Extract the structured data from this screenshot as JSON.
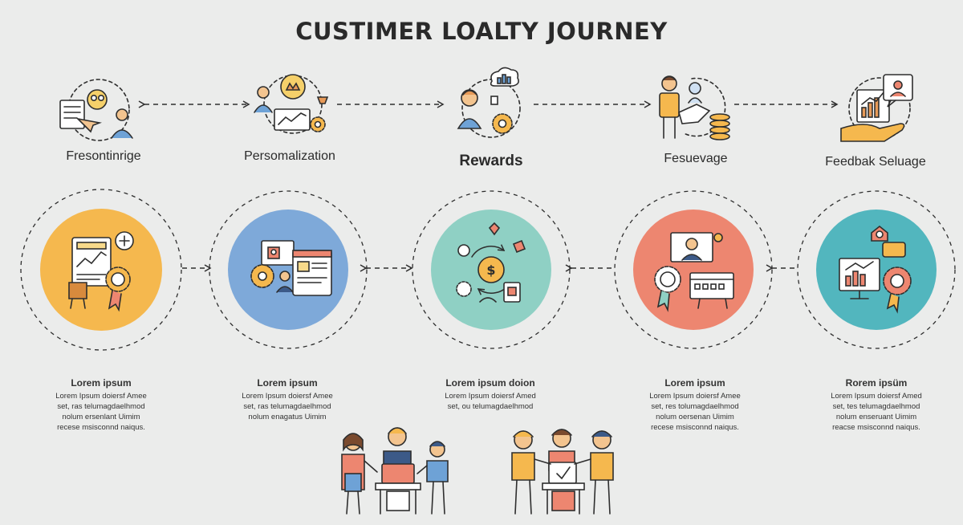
{
  "title": "CUSTIMER LOALTY JOURNEY",
  "steps": [
    {
      "label": "Fresontinrige",
      "icon": "onboarding-people-icon"
    },
    {
      "label": "Persomalization",
      "icon": "personalization-monitor-icon"
    },
    {
      "label": "Rewards",
      "icon": "rewards-gear-icon"
    },
    {
      "label": "Fesuevage",
      "icon": "coins-person-icon"
    },
    {
      "label": "Feedbak Seluage",
      "icon": "feedback-chart-hand-icon"
    }
  ],
  "stages": [
    {
      "color": "#f5b84e",
      "icon": "analytics-badge-icon",
      "heading": "Lorem ipsum",
      "lines": [
        "Lorem Ipsum doiersf Amee",
        "set, ras telumagdaelhmod",
        "nolum ersenlant Uimim",
        "recese msisconnd naiqus."
      ]
    },
    {
      "color": "#7ea9d9",
      "icon": "personalization-screens-icon",
      "heading": "Lorem ipsum",
      "lines": [
        "Lorem Ipsum doiersf Amee",
        "set, ras telumagdaelhmod",
        "nolum enagatus Uimim"
      ]
    },
    {
      "color": "#8fd0c4",
      "icon": "rewards-cycle-icon",
      "heading": "Lorem ipsum doion",
      "lines": [
        "Lorem Ipsum doiersf Amed",
        "set, ou telumagdaelhmod"
      ]
    },
    {
      "color": "#ed8670",
      "icon": "feedback-award-icon",
      "heading": "Lorem ipsum",
      "lines": [
        "Lorem Ipsum doiersf Amee",
        "set, res tolumagdaelhmod",
        "nolum oersenan Uimim",
        "recese msisconnd naiqus."
      ]
    },
    {
      "color": "#52b6be",
      "icon": "dashboard-medal-icon",
      "heading": "Rorem ipsüm",
      "lines": [
        "Lorem Ipsum doiersf Amed",
        "set, tes telumagdaelhmod",
        "nolum enseruant Uimim",
        "reacse msisconnd naiqus."
      ]
    }
  ],
  "colors": {
    "background": "#ebeceb",
    "stroke": "#2e2e2e",
    "yellow": "#f5b84e",
    "blue": "#7ea9d9",
    "mint": "#8fd0c4",
    "coral": "#ed8670",
    "teal": "#52b6be",
    "skin": "#f3c48f",
    "navy": "#3c5a88"
  }
}
